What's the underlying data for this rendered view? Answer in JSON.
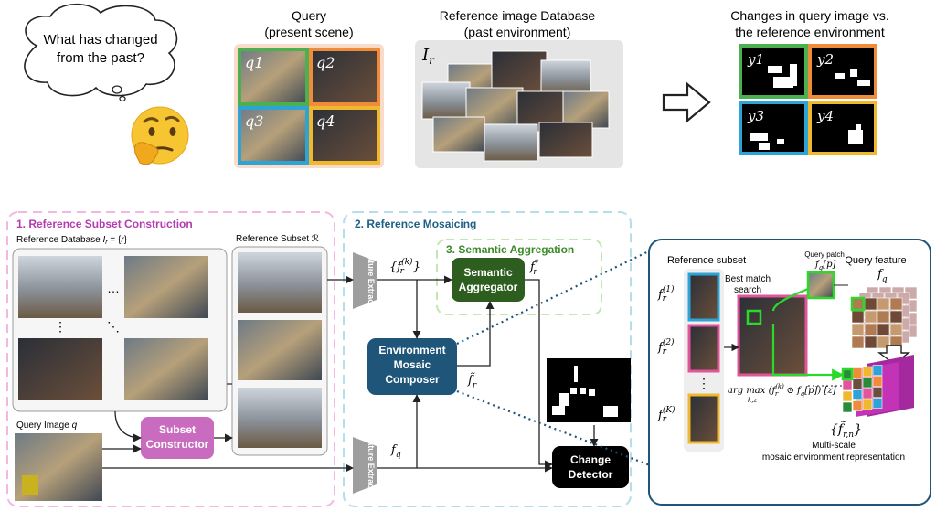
{
  "top": {
    "thought": {
      "line1": "What has changed",
      "line2": "from the past?"
    },
    "query": {
      "title1": "Query",
      "title2": "(present scene)",
      "tiles": [
        "q1",
        "q2",
        "q3",
        "q4"
      ],
      "colors": [
        "#4caf50",
        "#ef8c3c",
        "#2ea3d6",
        "#f0b82e"
      ]
    },
    "database": {
      "title1": "Reference image Database",
      "title2": "(past environment)",
      "label": "Ir"
    },
    "changes": {
      "title1": "Changes in query image vs.",
      "title2": "the reference environment",
      "tiles": [
        "y1",
        "y2",
        "y3",
        "y4"
      ]
    }
  },
  "bottom": {
    "section1": {
      "title": "1. Reference Subset Construction",
      "db_label": "Reference Database Ir = {r}",
      "subset_label": "Reference Subset ℛ",
      "query_label": "Query Image q",
      "subset_constructor": {
        "line1": "Subset",
        "line2": "Constructor"
      },
      "ellipsis": [
        "…",
        "⋮",
        "⋱"
      ]
    },
    "section2": {
      "title": "2. Reference Mosaicing",
      "feature_extractor": "Feature Extractor",
      "fk": "{f_r^(k)}",
      "fq": "f_q",
      "env_mosaic": {
        "line1": "Environment",
        "line2": "Mosaic",
        "line3": "Composer"
      },
      "fr_tilde": "f̃_r",
      "fr_star": "f_r^*"
    },
    "section3": {
      "title": "3. Semantic Aggregation",
      "semantic": {
        "line1": "Semantic",
        "line2": "Aggregator"
      }
    },
    "change_detector": {
      "line1": "Change",
      "line2": "Detector"
    },
    "detail": {
      "ref_subset": "Reference subset",
      "refs": [
        "f_r^(1)",
        "f_r^(2)",
        "f_r^(K)"
      ],
      "best_match": {
        "line1": "Best match",
        "line2": "search"
      },
      "query_patch": "Query patch",
      "fq_p": "f_q[p]",
      "query_feature": "Query feature",
      "fq": "f_q",
      "argmax": "arg max (f_r^(k) ⊙ f_q[p]) [z]",
      "argmax_sub": "k,z",
      "multiscale_symbol": "{f̃_r,n}",
      "multiscale1": "Multi-scale",
      "multiscale2": "mosaic environment representation",
      "ref_colors": [
        "#2ea3d6",
        "#e0559b",
        "#f0b82e"
      ]
    }
  }
}
